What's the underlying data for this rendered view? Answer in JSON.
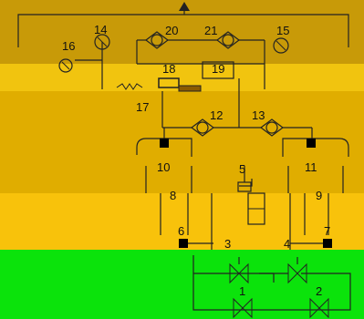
{
  "labels": {
    "n14": "14",
    "n16": "16",
    "n20": "20",
    "n21": "21",
    "n15": "15",
    "n18": "18",
    "n19": "19",
    "n17": "17",
    "n12": "12",
    "n13": "13",
    "n10": "10",
    "n5": "5",
    "n11": "11",
    "n8": "8",
    "n9": "9",
    "n6": "6",
    "n7": "7",
    "n3": "3",
    "n4": "4",
    "n1": "1",
    "n2": "2"
  },
  "colors": {
    "band_top": "#c89a08",
    "band_mid": "#f1c40f",
    "band_upper_body": "#e0ad00",
    "band_lower_body": "#f8c20b",
    "band_bottom": "#0be30b",
    "ink": "#222222"
  }
}
